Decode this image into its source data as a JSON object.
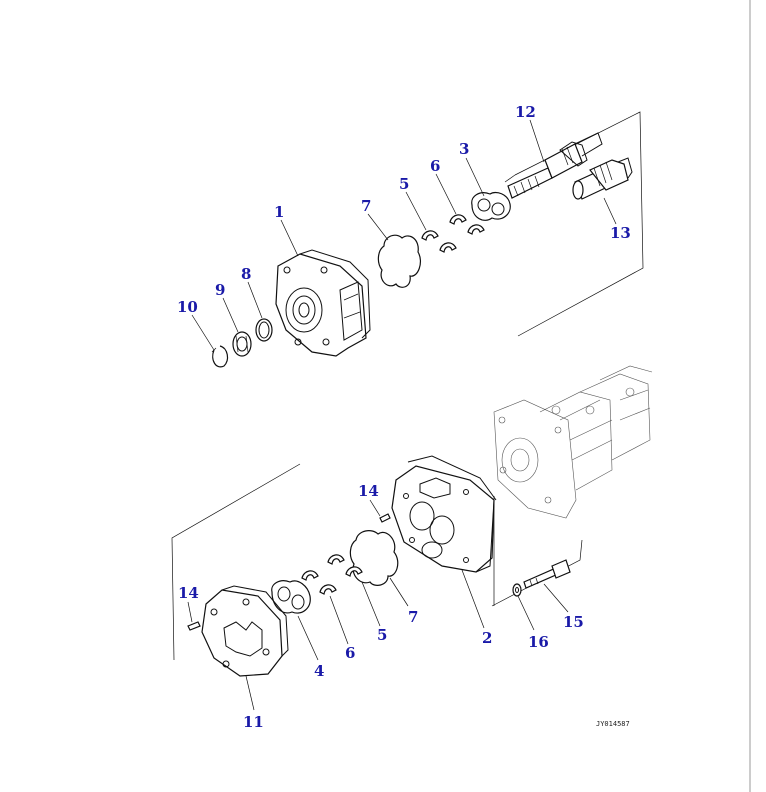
{
  "drawing_ref": "JY014587",
  "callouts": [
    {
      "id": "c12a",
      "label": "12"
    },
    {
      "id": "c13",
      "label": "13"
    },
    {
      "id": "c3a",
      "label": "3"
    },
    {
      "id": "c6a",
      "label": "6"
    },
    {
      "id": "c5a",
      "label": "5"
    },
    {
      "id": "c7a",
      "label": "7"
    },
    {
      "id": "c1",
      "label": "1"
    },
    {
      "id": "c8",
      "label": "8"
    },
    {
      "id": "c9",
      "label": "9"
    },
    {
      "id": "c10",
      "label": "10"
    },
    {
      "id": "c14a",
      "label": "14"
    },
    {
      "id": "c14b",
      "label": "14"
    },
    {
      "id": "c7b",
      "label": "7"
    },
    {
      "id": "c5b",
      "label": "5"
    },
    {
      "id": "c6b",
      "label": "6"
    },
    {
      "id": "c4",
      "label": "4"
    },
    {
      "id": "c2",
      "label": "2"
    },
    {
      "id": "c16",
      "label": "16"
    },
    {
      "id": "c15",
      "label": "15"
    },
    {
      "id": "c11",
      "label": "11"
    }
  ]
}
